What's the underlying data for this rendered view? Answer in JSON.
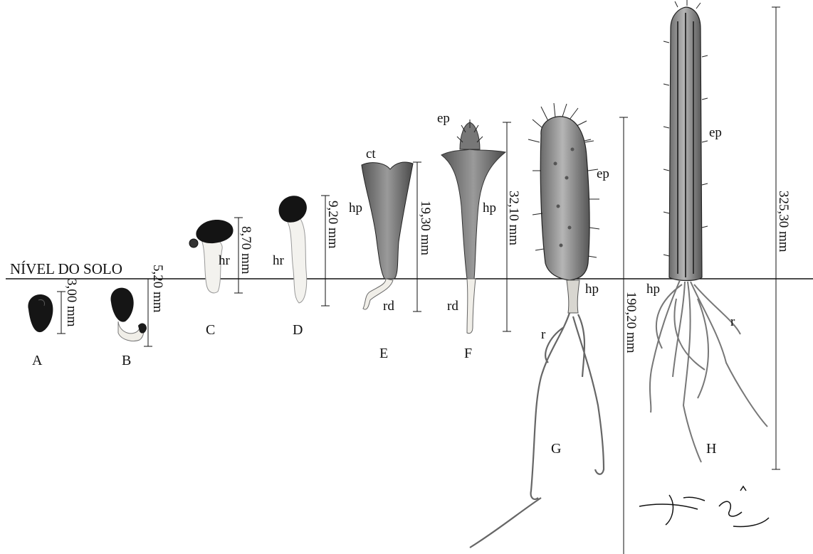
{
  "soil_label": "NÍVEL DO SOLO",
  "stages": [
    {
      "letter": "A",
      "measure": "3,00 mm"
    },
    {
      "letter": "B",
      "measure": "5,20 mm"
    },
    {
      "letter": "C",
      "measure": "8,70 mm"
    },
    {
      "letter": "D",
      "measure": "9,20 mm"
    },
    {
      "letter": "E",
      "measure": "19,30 mm"
    },
    {
      "letter": "F",
      "measure": "32,10 mm"
    },
    {
      "letter": "G",
      "measure": "190,20 mm"
    },
    {
      "letter": "H",
      "measure": "325,30 mm"
    }
  ],
  "parts": {
    "hr": "hr",
    "ct": "ct",
    "hp": "hp",
    "rd": "rd",
    "ep": "ep",
    "r": "r"
  },
  "signature": "Jugo Araê",
  "colors": {
    "ink": "#111111",
    "seed": "#1a1a1a",
    "pale": "#f2f0ea",
    "stem": "#8a8a8a"
  }
}
